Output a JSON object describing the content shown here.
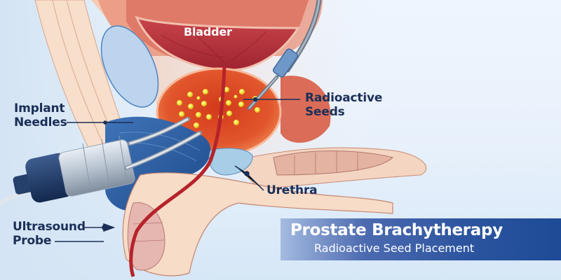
{
  "banner": {
    "title": "Prostate Brachytherapy",
    "subtitle": "Radioactive Seed Placement"
  },
  "labels": {
    "bladder": "Bladder",
    "radioactive_seeds_line1": "Radioactive",
    "radioactive_seeds_line2": "Seeds",
    "implant_needles_line1": "Implant",
    "implant_needles_line2": "Needles",
    "urethra": "Urethra",
    "ultrasound_probe_line1": "Ultrasound",
    "ultrasound_probe_line2": "Probe"
  },
  "colors": {
    "label_text": "#1b2f57",
    "banner_dark": "#1d4a96",
    "bladder": "#b8323a",
    "prostate": "#e0552a",
    "seed": "#f7e84a",
    "probe_blue": "#1f3a6b",
    "tissue_blue": "#2a5a9a",
    "background": "#e8f1fb"
  }
}
